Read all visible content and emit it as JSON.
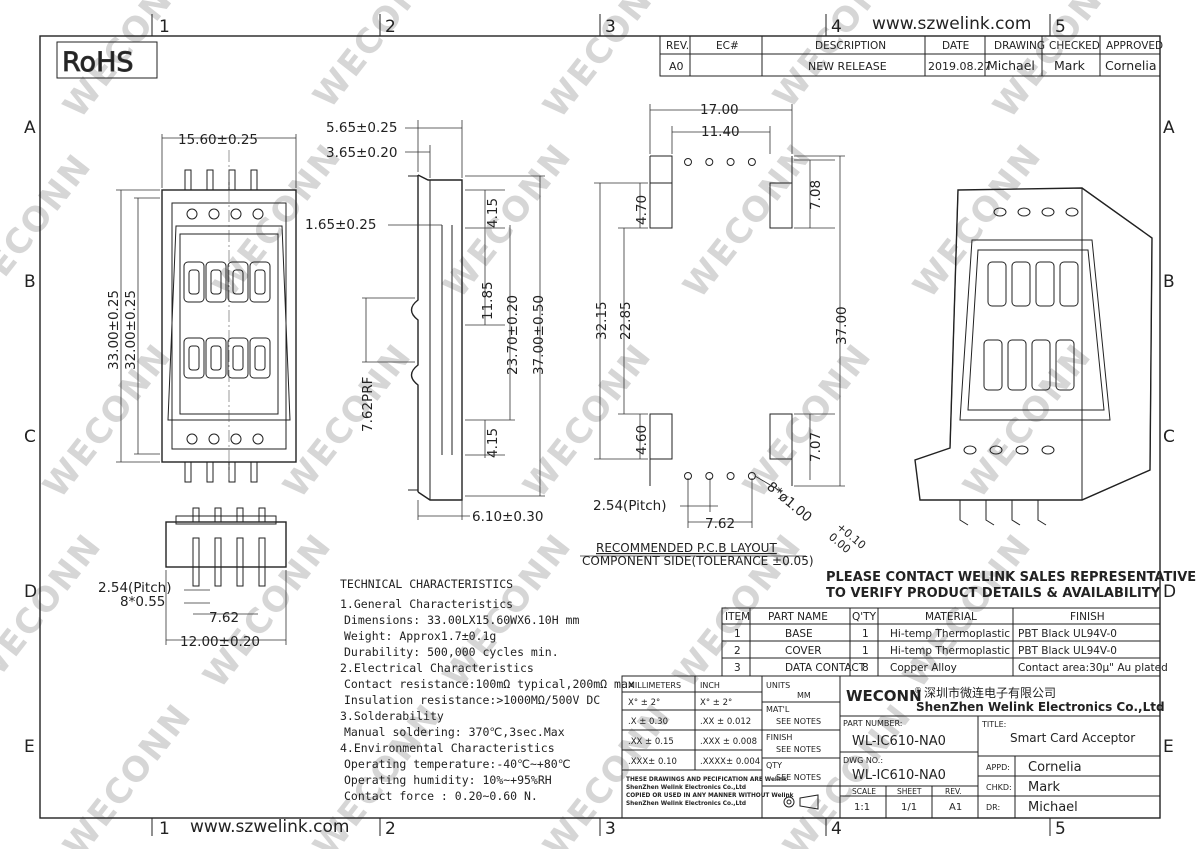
{
  "website": "www.szwelink.com",
  "rohs": "RoHS",
  "watermark": "WECONN",
  "zones": {
    "cols": [
      "1",
      "2",
      "3",
      "4",
      "5"
    ],
    "rows": [
      "A",
      "B",
      "C",
      "D",
      "E"
    ]
  },
  "revision_table": {
    "headers": [
      "REV.",
      "EC#",
      "DESCRIPTION",
      "DATE",
      "DRAWING",
      "CHECKED",
      "APPROVED"
    ],
    "row": [
      "A0",
      "",
      "NEW RELEASE",
      "2019.08.27",
      "Michael",
      "Mark",
      "Cornelia"
    ]
  },
  "dimensions": {
    "front_width": "15.60±0.25",
    "front_h1": "33.00±0.25",
    "front_h2": "32.00±0.25",
    "side_a": "5.65±0.25",
    "side_b": "3.65±0.20",
    "side_c": "1.65±0.25",
    "side_d": "4.15",
    "side_e": "11.85",
    "side_f": "23.70±0.20",
    "side_g": "37.00±0.50",
    "side_h": "4.15",
    "side_prf": "7.62PRF",
    "side_w": "6.10±0.30",
    "pcb_w1": "17.00",
    "pcb_w2": "11.40",
    "pcb_a": "4.70",
    "pcb_b": "7.08",
    "pcb_c": "32.15",
    "pcb_d": "22.85",
    "pcb_e": "37.00",
    "pcb_f": "4.60",
    "pcb_g": "7.07",
    "pcb_pitch": "2.54(Pitch)",
    "pcb_h": "7.62",
    "pcb_hole": "8*ø1.00",
    "pcb_tol_plus": "+0.10",
    "pcb_tol_minus": "0.00",
    "bottom_pitch": "2.54(Pitch)",
    "bottom_pins": "8*0.55",
    "bottom_a": "7.62",
    "bottom_b": "12.00±0.20"
  },
  "pcb_caption": [
    "RECOMMENDED P.C.B LAYOUT",
    "COMPONENT SIDE(TOLERANCE ±0.05)"
  ],
  "contact_note": [
    "PLEASE CONTACT WELINK SALES REPRESENTATIVE",
    "TO VERIFY PRODUCT DETAILS & AVAILABILITY"
  ],
  "tech": {
    "title": "TECHNICAL CHARACTERISTICS",
    "lines": [
      "1.General Characteristics",
      "Dimensions: 33.00LX15.60WX6.10H mm",
      "Weight: Approx1.7±0.1g",
      "Durability: 500,000 cycles min.",
      "2.Electrical Characteristics",
      "Contact resistance:100mΩ typical,200mΩ max",
      "Insulation resistance:>1000MΩ/500V DC",
      "3.Solderability",
      "Manual soldering: 370℃,3sec.Max",
      "4.Environmental Characteristics",
      "Operating temperature:-40℃~+80℃",
      "Operating humidity: 10%~+95%RH",
      "Contact force : 0.20~0.60 N."
    ]
  },
  "bom": {
    "headers": [
      "ITEM",
      "PART NAME",
      "Q'TY",
      "MATERIAL",
      "FINISH"
    ],
    "rows": [
      [
        "1",
        "BASE",
        "1",
        "Hi-temp Thermoplastic",
        "PBT Black UL94V-0"
      ],
      [
        "2",
        "COVER",
        "1",
        "Hi-temp Thermoplastic",
        "PBT Black UL94V-0"
      ],
      [
        "3",
        "DATA CONTACT",
        "8",
        "Copper Alloy",
        "Contact area:30μ\" Au plated"
      ]
    ]
  },
  "title_block": {
    "mm_label": "MILLIMETERS",
    "inch_label": "INCH",
    "ang_mm": "X° ± 2°",
    "ang_in": "X° ± 2°",
    "tol_mm": [
      ".X ± 0.30",
      ".XX ± 0.15",
      ".XXX± 0.10"
    ],
    "tol_in": [
      ".XX ± 0.012",
      ".XXX ± 0.008",
      ".XXXX± 0.004"
    ],
    "units_label": "UNITS",
    "units_value": "MM",
    "matl_label": "MAT'L",
    "finish_label": "FINISH",
    "qty_label": "QTY",
    "see_notes": "SEE NOTES",
    "disclaimer": [
      "THESE DRAWINGS AND PECIFICATION ARE Welink",
      "ShenZhen Welink Electronics Co.,Ltd",
      "COPIED OR USED IN ANY MANNER WITHOUT Welink",
      "ShenZhen Welink Electronics Co.,Ltd"
    ],
    "brand": "WECONN",
    "company_cn": "深圳市微连电子有限公司",
    "company_en": "ShenZhen Welink Electronics Co.,Ltd",
    "part_no_label": "PART NUMBER:",
    "part_no": "WL-IC610-NA0",
    "dwg_no_label": "DWG NO.:",
    "dwg_no": "WL-IC610-NA0",
    "title_label": "TITLE:",
    "title": "Smart Card Acceptor",
    "scale_label": "SCALE",
    "scale": "1:1",
    "sheet_label": "SHEET",
    "sheet": "1/1",
    "rev_label": "REV.",
    "rev": "A1",
    "appd_label": "APPD:",
    "appd": "Cornelia",
    "chkd_label": "CHKD:",
    "chkd": "Mark",
    "dr_label": "DR:",
    "dr": "Michael"
  }
}
